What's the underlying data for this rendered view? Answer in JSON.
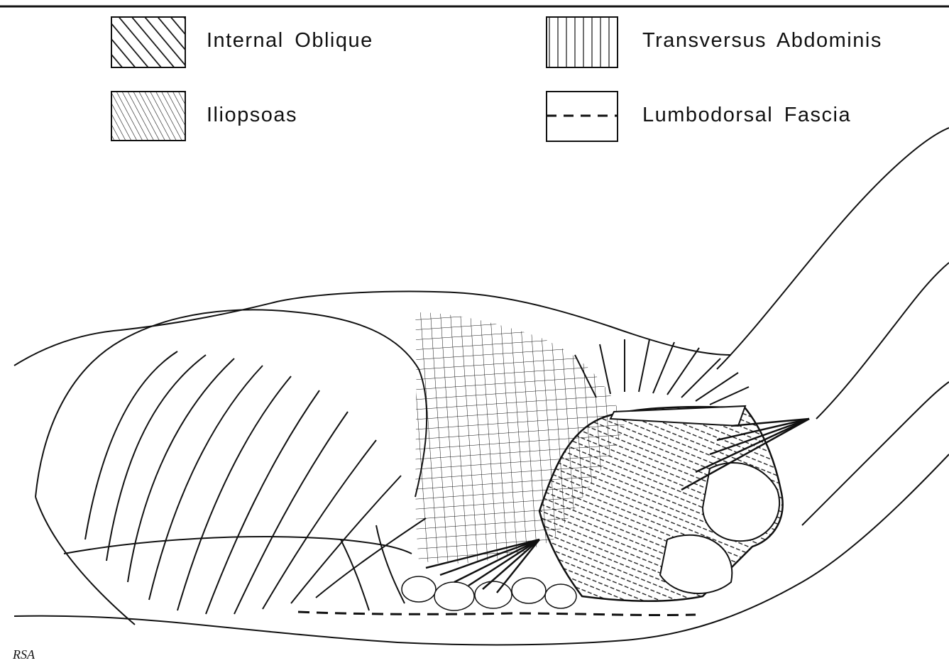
{
  "legend": {
    "items": [
      {
        "label": "Internal Oblique",
        "pattern": "heavy-diagonal-hatch"
      },
      {
        "label": "Transversus Abdominis",
        "pattern": "vertical-lines"
      },
      {
        "label": "Iliopsoas",
        "pattern": "fine-diagonal-hatch"
      },
      {
        "label": "Lumbodorsal Fascia",
        "pattern": "dashed-line"
      }
    ]
  },
  "signature": "RSA",
  "colors": {
    "ink": "#111111",
    "paper": "#ffffff"
  }
}
